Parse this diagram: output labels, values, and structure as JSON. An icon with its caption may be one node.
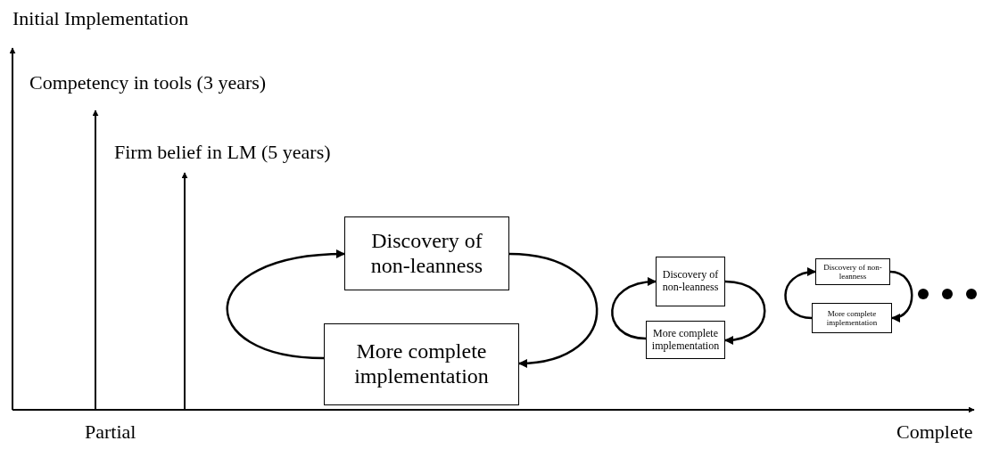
{
  "diagram": {
    "nodes": [
      {
        "text": [
          "Discovery of non-leanness"
        ]
      },
      {
        "text": [
          "More complete implementation"
        ]
      },
      {
        "text": [
          "Discovery of non-leanness"
        ]
      },
      {
        "text": [
          "More complete implementation"
        ]
      },
      {
        "text": [
          "Discovery of non-leanness"
        ]
      },
      {
        "text": [
          "More complete implementation"
        ]
      }
    ],
    "edges": [
      {
        "from": 1,
        "to": 0,
        "arrow": "to"
      },
      {
        "from": 0,
        "to": 1,
        "arrow": "to"
      },
      {
        "from": 3,
        "to": 2,
        "arrow": "to"
      },
      {
        "from": 2,
        "to": 3,
        "arrow": "to"
      },
      {
        "from": 5,
        "to": 4,
        "arrow": "to"
      },
      {
        "from": 4,
        "to": 5,
        "arrow": "to"
      }
    ],
    "labels": [
      "Initial Implementation",
      "Competency in tools (3 years)",
      "Firm belief in LM (5 years)",
      "Partial",
      "Complete"
    ]
  }
}
